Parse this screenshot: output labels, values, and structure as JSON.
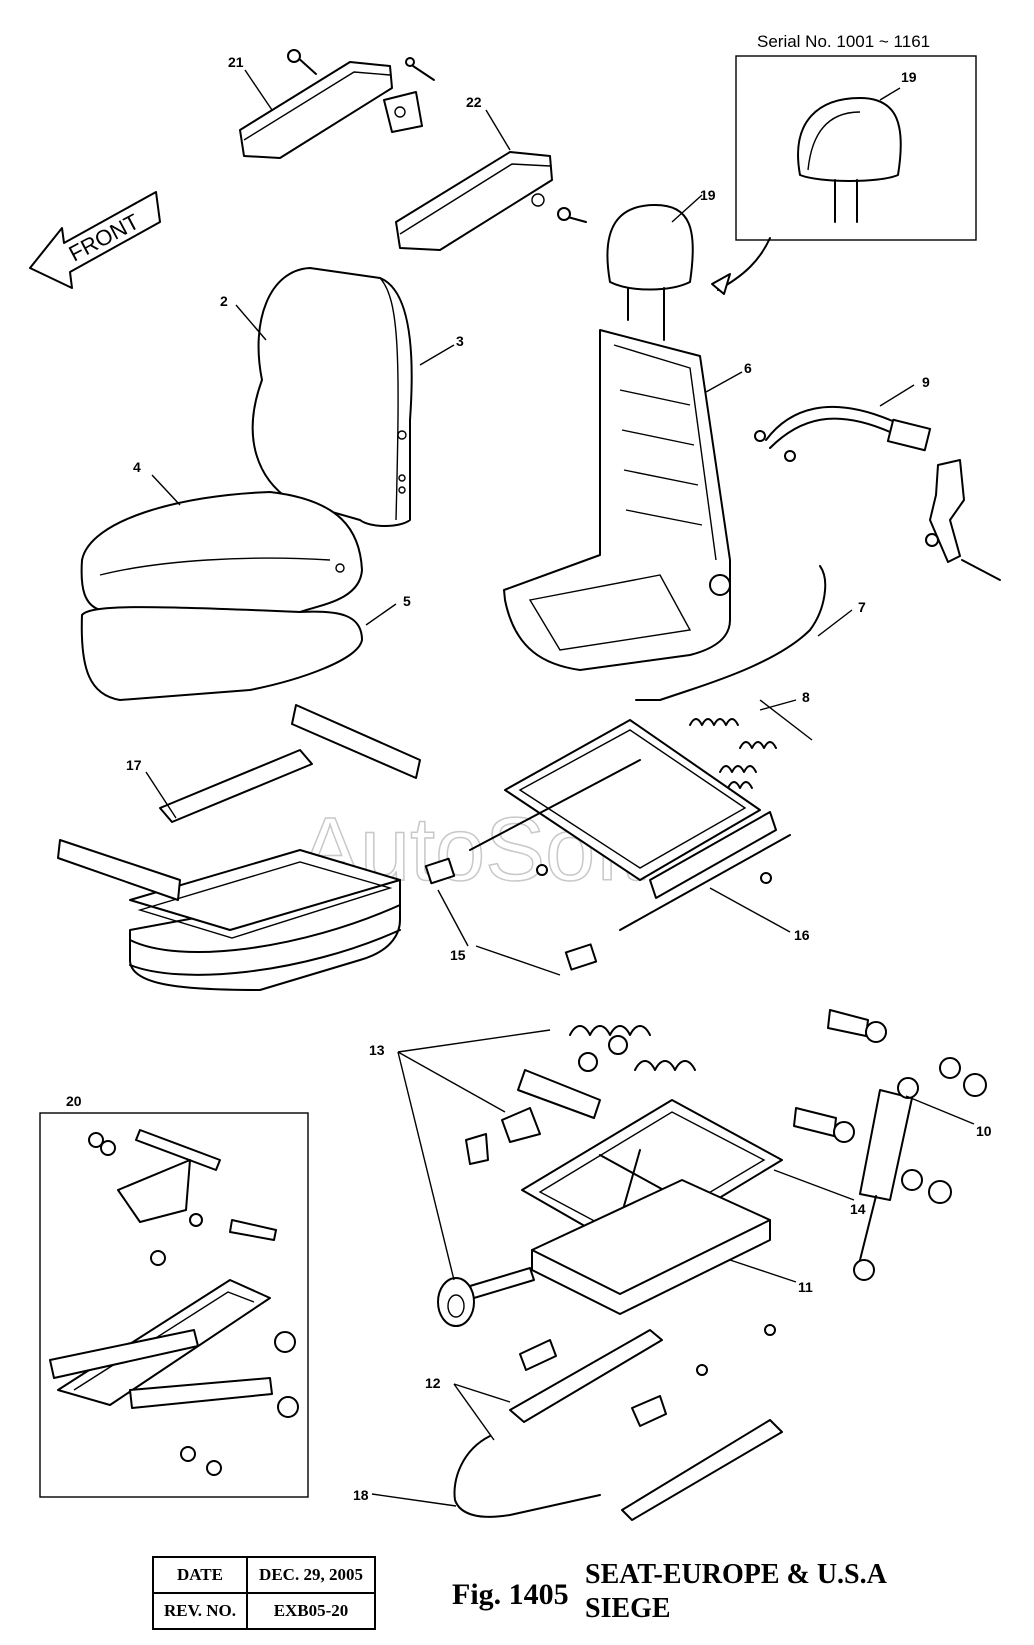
{
  "serial_note": "Serial No. 1001 ~ 1161",
  "front_label": "FRONT",
  "watermark": "AutoSoft",
  "callouts": [
    "21",
    "22",
    "19",
    "19",
    "2",
    "3",
    "6",
    "9",
    "4",
    "5",
    "7",
    "8",
    "17",
    "16",
    "15",
    "13",
    "10",
    "20",
    "14",
    "11",
    "12",
    "18"
  ],
  "title_block": {
    "date_label": "DATE",
    "date_value": "DEC. 29, 2005",
    "rev_label": "REV. NO.",
    "rev_value": "EXB05-20"
  },
  "figure": {
    "number": "Fig. 1405",
    "title_line1": "SEAT-EUROPE & U.S.A",
    "title_line2": "SIEGE"
  }
}
